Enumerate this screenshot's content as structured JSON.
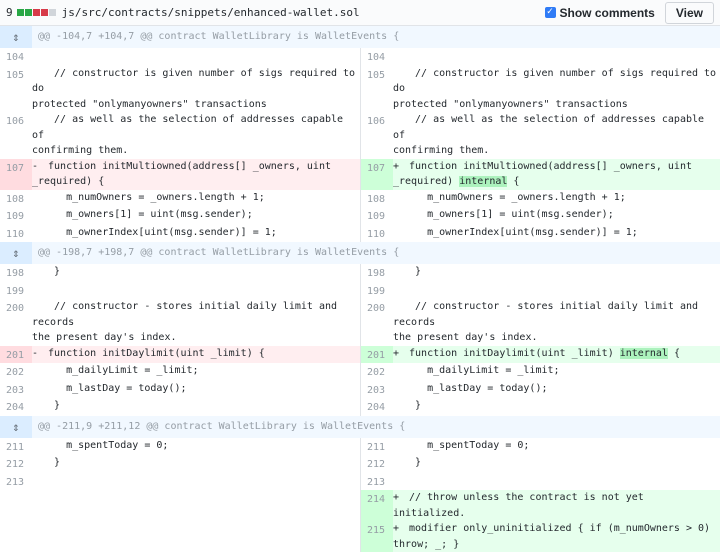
{
  "file_header": {
    "changes_count": "9",
    "diffstat_colors": [
      "#28a745",
      "#28a745",
      "#d73a49",
      "#d73a49",
      "#d1d5da"
    ],
    "file_path": "js/src/contracts/snippets/enhanced-wallet.sol",
    "show_comments_label": "Show comments",
    "view_button_label": "View"
  },
  "hunks": [
    {
      "header": "@@ -104,7 +104,7 @@ contract WalletLibrary is WalletEvents {",
      "rows": [
        {
          "type": "ctx",
          "l_num": "104",
          "r_num": "104",
          "l_text": "",
          "r_text": ""
        },
        {
          "type": "ctx",
          "l_num": "105",
          "r_num": "105",
          "l_text": "  // constructor is given number of sigs required to do\nprotected \"onlymanyowners\" transactions",
          "r_text": "  // constructor is given number of sigs required to do\nprotected \"onlymanyowners\" transactions"
        },
        {
          "type": "ctx",
          "l_num": "106",
          "r_num": "106",
          "l_text": "  // as well as the selection of addresses capable of\nconfirming them.",
          "r_text": "  // as well as the selection of addresses capable of\nconfirming them."
        },
        {
          "type": "chg",
          "l_num": "107",
          "r_num": "107",
          "l_marker": "-",
          "r_marker": "+",
          "l_text": " function initMultiowned(address[] _owners, uint\n_required) {",
          "r_pre": " function initMultiowned(address[] _owners, uint\n_required) ",
          "r_hl": "internal",
          "r_post": " {"
        },
        {
          "type": "ctx",
          "l_num": "108",
          "r_num": "108",
          "l_text": "    m_numOwners = _owners.length + 1;",
          "r_text": "    m_numOwners = _owners.length + 1;"
        },
        {
          "type": "ctx",
          "l_num": "109",
          "r_num": "109",
          "l_text": "    m_owners[1] = uint(msg.sender);",
          "r_text": "    m_owners[1] = uint(msg.sender);"
        },
        {
          "type": "ctx",
          "l_num": "110",
          "r_num": "110",
          "l_text": "    m_ownerIndex[uint(msg.sender)] = 1;",
          "r_text": "    m_ownerIndex[uint(msg.sender)] = 1;"
        }
      ]
    },
    {
      "header": "@@ -198,7 +198,7 @@ contract WalletLibrary is WalletEvents {",
      "rows": [
        {
          "type": "ctx",
          "l_num": "198",
          "r_num": "198",
          "l_text": "  }",
          "r_text": "  }"
        },
        {
          "type": "ctx",
          "l_num": "199",
          "r_num": "199",
          "l_text": "",
          "r_text": ""
        },
        {
          "type": "ctx",
          "l_num": "200",
          "r_num": "200",
          "l_text": "  // constructor - stores initial daily limit and records\nthe present day's index.",
          "r_text": "  // constructor - stores initial daily limit and records\nthe present day's index."
        },
        {
          "type": "chg",
          "l_num": "201",
          "r_num": "201",
          "l_marker": "-",
          "r_marker": "+",
          "l_text": " function initDaylimit(uint _limit) {",
          "r_pre": " function initDaylimit(uint _limit) ",
          "r_hl": "internal",
          "r_post": " {"
        },
        {
          "type": "ctx",
          "l_num": "202",
          "r_num": "202",
          "l_text": "    m_dailyLimit = _limit;",
          "r_text": "    m_dailyLimit = _limit;"
        },
        {
          "type": "ctx",
          "l_num": "203",
          "r_num": "203",
          "l_text": "    m_lastDay = today();",
          "r_text": "    m_lastDay = today();"
        },
        {
          "type": "ctx",
          "l_num": "204",
          "r_num": "204",
          "l_text": "  }",
          "r_text": "  }"
        }
      ]
    },
    {
      "header": "@@ -211,9 +211,12 @@ contract WalletLibrary is WalletEvents {",
      "rows": [
        {
          "type": "ctx",
          "l_num": "211",
          "r_num": "211",
          "l_text": "    m_spentToday = 0;",
          "r_text": "    m_spentToday = 0;"
        },
        {
          "type": "ctx",
          "l_num": "212",
          "r_num": "212",
          "l_text": "  }",
          "r_text": "  }"
        },
        {
          "type": "ctx",
          "l_num": "213",
          "r_num": "213",
          "l_text": "",
          "r_text": ""
        },
        {
          "type": "add",
          "l_num": "",
          "r_num": "214",
          "r_marker": "+",
          "r_text": " // throw unless the contract is not yet initialized."
        },
        {
          "type": "add",
          "l_num": "",
          "r_num": "215",
          "r_marker": "+",
          "r_text": " modifier only_uninitialized { if (m_numOwners > 0)\nthrow; _; }"
        }
      ]
    }
  ]
}
